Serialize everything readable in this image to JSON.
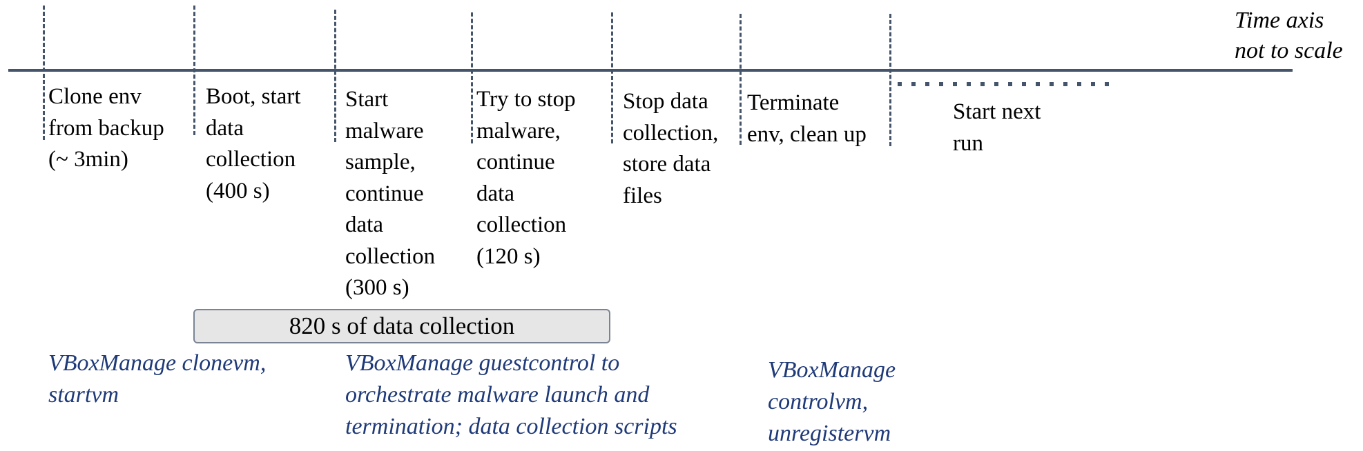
{
  "axis_note": "Time axis\nnot to scale",
  "steps": [
    {
      "id": "clone",
      "text": "Clone env\nfrom backup\n(~ 3min)"
    },
    {
      "id": "boot",
      "text": "Boot, start\ndata\ncollection\n(400 s)"
    },
    {
      "id": "start-malware",
      "text": "Start\nmalware\nsample,\ncontinue\ndata\ncollection\n(300 s)"
    },
    {
      "id": "stop-malware",
      "text": "Try to stop\nmalware,\ncontinue\ndata\ncollection\n(120 s)"
    },
    {
      "id": "stop-collection",
      "text": "Stop data\ncollection,\nstore data\nfiles"
    },
    {
      "id": "terminate",
      "text": "Terminate\nenv, clean up"
    },
    {
      "id": "next-run",
      "text": "Start next\nrun"
    }
  ],
  "span_bar": {
    "label": "820 s of data collection"
  },
  "notes": [
    {
      "id": "clone-start",
      "text": "VBoxManage clonevm,\nstartvm"
    },
    {
      "id": "guestcontrol",
      "text": "VBoxManage guestcontrol to\norchestrate malware launch and\ntermination; data collection scripts"
    },
    {
      "id": "controlvm",
      "text": "VBoxManage\ncontrolvm,\nunregistervm"
    }
  ],
  "colors": {
    "axis": "#44546a",
    "note_text": "#1f3a78",
    "bar_fill": "#e6e6e6"
  }
}
